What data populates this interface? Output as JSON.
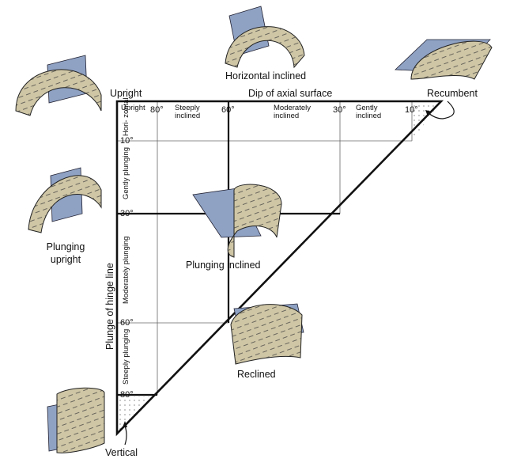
{
  "axes": {
    "top_title": "Dip of axial surface",
    "left_title": "Plunge of hinge line"
  },
  "dip_ticks": [
    "80°",
    "60°",
    "30°",
    "10°"
  ],
  "plunge_ticks": [
    "10°",
    "30°",
    "60°",
    "80°"
  ],
  "dip_classes": {
    "upright": "Upright",
    "steeply": "Steeply inclined",
    "moderately": "Moderately inclined",
    "gently": "Gently inclined"
  },
  "plunge_classes": {
    "horizontal": "Hori- zontal",
    "gently": "Gently plunging",
    "moderately": "Moderately plunging",
    "steeply": "Steeply plunging"
  },
  "fold_types": {
    "upright": "Upright",
    "horizontal_inclined": "Horizontal inclined",
    "recumbent": "Recumbent",
    "plunging_upright": "Plunging upright",
    "plunging_inclined": "Plunging inclined",
    "reclined": "Reclined",
    "vertical": "Vertical"
  },
  "colors": {
    "fold_surface": "#cfc6a6",
    "axial_plane": "#8fa2c4",
    "outline": "#111111"
  }
}
